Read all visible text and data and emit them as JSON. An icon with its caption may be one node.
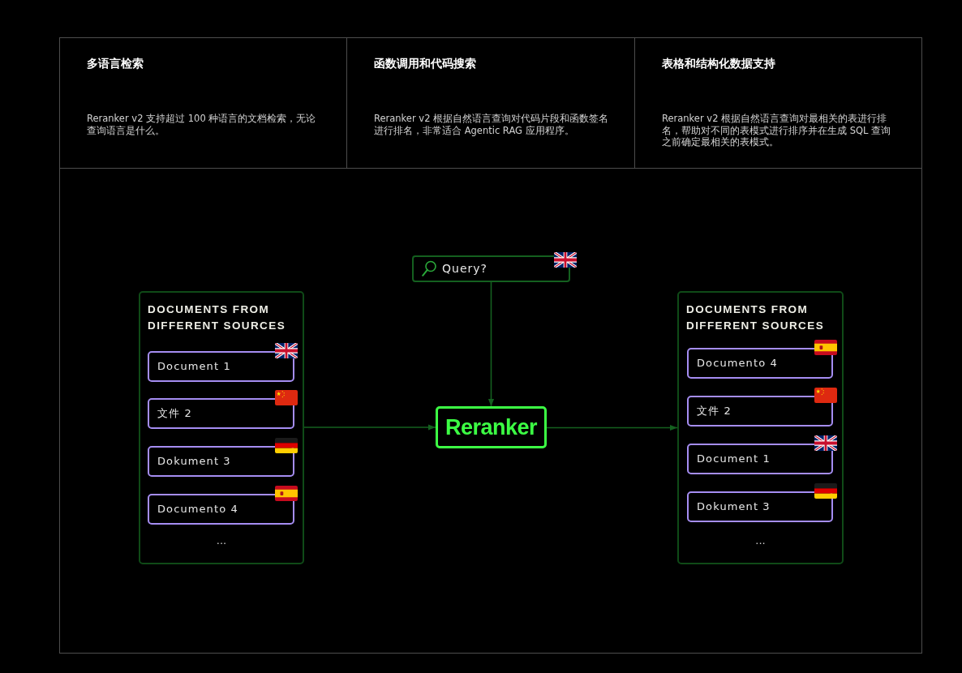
{
  "diagram": {
    "nodes": [
      {
        "text": [
          "多语言检索",
          "Reranker v2 支持超过 100 种语言的文档检索，无论查询语言是什么。"
        ]
      },
      {
        "text": [
          "函数调用和代码搜索",
          "Reranker v2 根据自然语言查询对代码片段和函数签名进行排名，非常适合 Agentic RAG 应用程序。"
        ]
      },
      {
        "text": [
          "表格和结构化数据支持",
          "Reranker v2 根据自然语言查询对最相关的表进行排名，帮助对不同的表模式进行排序并在生成 SQL 查询之前确定最相关的表模式。"
        ]
      },
      {
        "text": [
          "Query?"
        ]
      },
      {
        "text": [
          "DOCUMENTS FROM DIFFERENT SOURCES",
          "..."
        ]
      },
      {
        "text": [
          "Document 1"
        ],
        "in": 4
      },
      {
        "text": [
          "文件 2"
        ],
        "in": 4
      },
      {
        "text": [
          "Dokument 3"
        ],
        "in": 4
      },
      {
        "text": [
          "Documento 4"
        ],
        "in": 4
      },
      {
        "text": [
          "Reranker"
        ]
      },
      {
        "text": [
          "DOCUMENTS FROM DIFFERENT SOURCES",
          "..."
        ]
      },
      {
        "text": [
          "Documento 4"
        ],
        "in": 10
      },
      {
        "text": [
          "文件 2"
        ],
        "in": 10
      },
      {
        "text": [
          "Document 1"
        ],
        "in": 10
      },
      {
        "text": [
          "Dokument 3"
        ],
        "in": 10
      }
    ],
    "edges": [
      {
        "from": 4,
        "to": 9,
        "arrow": "to"
      },
      {
        "from": 3,
        "to": 9,
        "arrow": "to"
      },
      {
        "from": 9,
        "to": 10,
        "arrow": "to"
      }
    ]
  }
}
